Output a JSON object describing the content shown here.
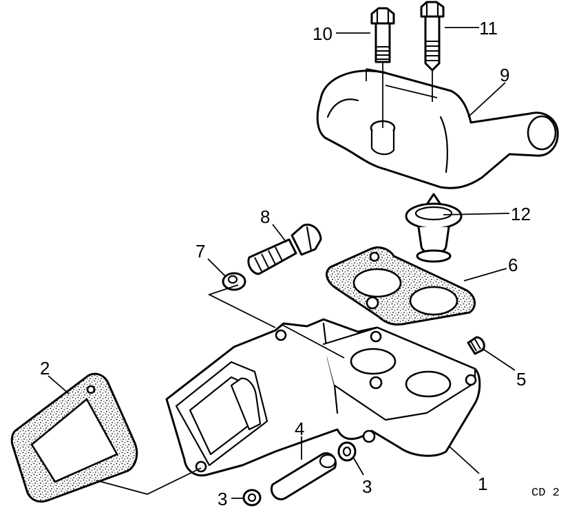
{
  "callouts": {
    "c1": "1",
    "c2": "2",
    "c3a": "3",
    "c3b": "3",
    "c4": "4",
    "c5": "5",
    "c6": "6",
    "c7": "7",
    "c8": "8",
    "c9": "9",
    "c10": "10",
    "c11": "11",
    "c12": "12"
  },
  "reference_code": "CD 2"
}
